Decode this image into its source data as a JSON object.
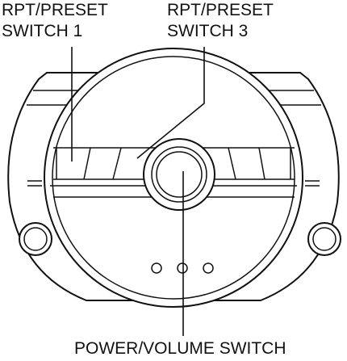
{
  "callouts": {
    "preset_switch_1": [
      "RPT/PRESET",
      "SWITCH 1"
    ],
    "preset_switch_3": [
      "RPT/PRESET",
      "SWITCH 3"
    ],
    "power_volume_switch": "POWER/VOLUME SWITCH"
  },
  "colors": {
    "line": "#111111",
    "background": "#ffffff"
  }
}
